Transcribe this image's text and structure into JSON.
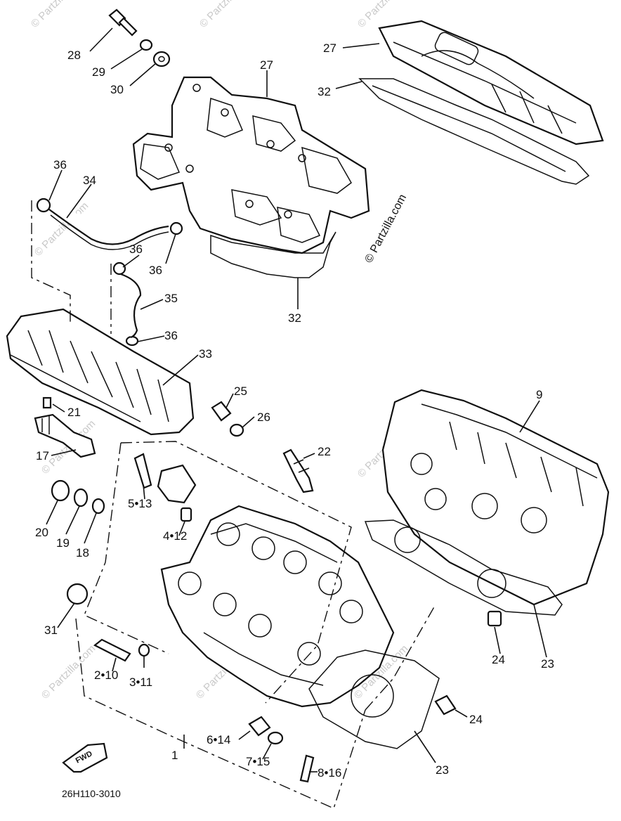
{
  "diagram": {
    "part_number": "26H110-3010",
    "watermark_main": "© Partzilla.com",
    "watermark_faint": "© Partzilla.com",
    "forward_label": "FWD",
    "callouts": {
      "c1": "1",
      "c2_10": "2•10",
      "c3_11": "3•11",
      "c4_12": "4•12",
      "c5_13": "5•13",
      "c6_14": "6•14",
      "c7_15": "7•15",
      "c8_16": "8•16",
      "c9": "9",
      "c17": "17",
      "c18": "18",
      "c19": "19",
      "c20": "20",
      "c21": "21",
      "c22": "22",
      "c23a": "23",
      "c23b": "23",
      "c24a": "24",
      "c24b": "24",
      "c25": "25",
      "c26": "26",
      "c27a": "27",
      "c27b": "27",
      "c28": "28",
      "c29": "29",
      "c30": "30",
      "c31": "31",
      "c32a": "32",
      "c32b": "32",
      "c33": "33",
      "c34": "34",
      "c35": "35",
      "c36a": "36",
      "c36b": "36",
      "c36c": "36",
      "c36d": "36"
    }
  }
}
